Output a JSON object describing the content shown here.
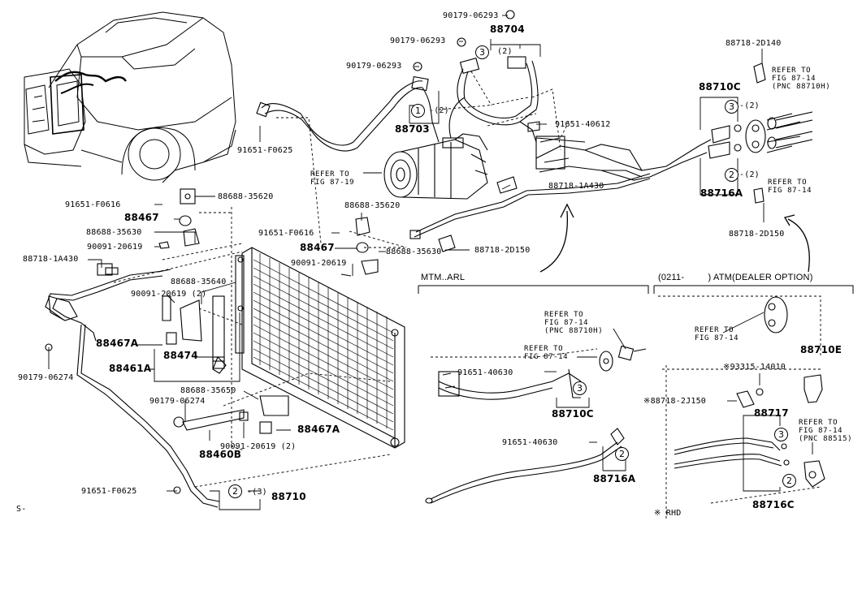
{
  "labels": {
    "p90179_06293_a": "90179-06293",
    "p88704": "88704",
    "p90179_06293_b": "90179-06293",
    "qty_2_a": "(2)",
    "p90179_06293_c": "90179-06293",
    "qty_2_b": "-(2)",
    "p88703": "88703",
    "p91651_f0625_a": "91651-F0625",
    "p91651_40612": "91651-40612",
    "refer_87_19": "REFER TO\nFIG 87-19",
    "p91651_f0616_a": "91651-F0616",
    "p88688_35620_a": "88688-35620",
    "p88467_a": "88467",
    "p88688_35630_a": "88688-35630",
    "p90091_20619_a": "90091-20619",
    "p88718_1a430_a": "88718-1A430",
    "p88718_1a430_b": "88718-1A430",
    "p88688_35620_b": "88688-35620",
    "p91651_f0616_b": "91651-F0616",
    "p88467_b": "88467",
    "p88688_35630_b": "88688-35630",
    "p88718_2d150_a": "88718-2D150",
    "p90091_20619_b": "90091-20619",
    "p88688_35640": "88688-35640",
    "p90091_20619_c": "90091-20619 (2)",
    "p88467a_a": "88467A",
    "p88474": "88474",
    "p88461a": "88461A",
    "p90179_06274_a": "90179-06274",
    "p88688_35650": "88688-35650",
    "p90179_06274_b": "90179-06274",
    "p88467a_b": "88467A",
    "p88460b": "88460B",
    "p90091_20619_d": "90091-20619 (2)",
    "p91651_f0625_b": "91651-F0625",
    "qty_3_a": "-(3)",
    "p88710": "88710",
    "s_code": "S-",
    "p88718_2d140": "88718-2D140",
    "refer_87_14_a": "REFER TO\nFIG 87-14\n(PNC 88710H)",
    "p88710c_a": "88710C",
    "qty_2_c": "-(2)",
    "qty_2_d": "-(2)",
    "refer_87_14_b": "REFER TO\nFIG 87-14",
    "p88716a_a": "88716A",
    "p88718_2d150_b": "88718-2D150",
    "sect_mtm": "MTM..ARL",
    "sect_atm": "(0211-         ) ATM(DEALER OPTION)",
    "refer_87_14_c": "REFER TO\nFIG 87-14\n(PNC 88710H)",
    "refer_87_14_d": "REFER TO\nFIG 87-14",
    "p91651_40630_a": "91651-40630",
    "p88710c_b": "88710C",
    "p91651_40630_b": "91651-40630",
    "p88716a_b": "88716A",
    "refer_87_14_e": "REFER TO\nFIG 87-14",
    "p88710e": "88710E",
    "p93315_14010": "※93315-14010",
    "p88718_2j150": "※88718-2J150",
    "p88717": "88717",
    "refer_87_14_f": "REFER TO\nFIG 87-14\n(PNC 88515)",
    "p88716c": "88716C",
    "rhd_note": "※ RHD"
  },
  "callouts": {
    "c3_top": "3",
    "c1": "1",
    "c3_right": "3",
    "c2_right": "2",
    "c2_bottom": "2",
    "c3_mtm": "3",
    "c2_mtm": "2",
    "c3_atm": "3",
    "c2_atm": "2"
  }
}
